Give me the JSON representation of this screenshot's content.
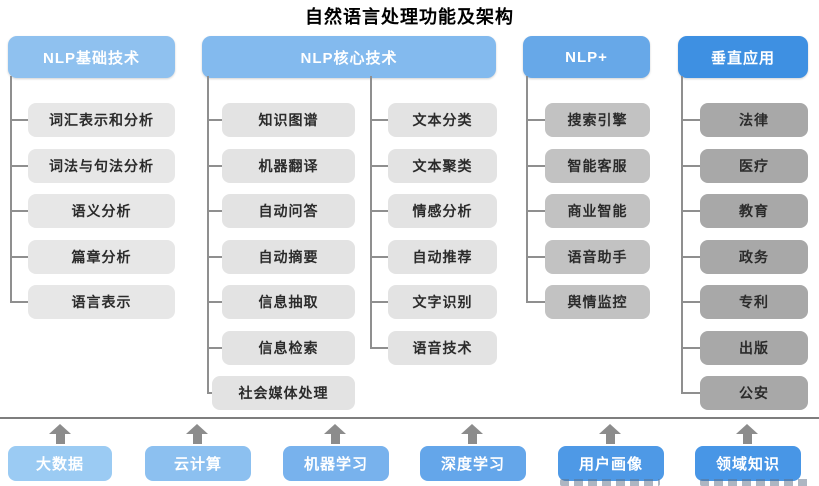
{
  "title": "自然语言处理功能及架构",
  "columns": [
    {
      "header": "NLP基础技术",
      "header_color": "#8fc1ef",
      "item_color": "#e7e7e7",
      "items": [
        "词汇表示和分析",
        "词法与句法分析",
        "语义分析",
        "篇章分析",
        "语言表示"
      ]
    },
    {
      "header": "NLP核心技术",
      "header_color": "#83baee",
      "item_color": "#e3e3e3",
      "items_left": [
        "知识图谱",
        "机器翻译",
        "自动问答",
        "自动摘要",
        "信息抽取",
        "信息检索",
        "社会媒体处理"
      ],
      "items_right": [
        "文本分类",
        "文本聚类",
        "情感分析",
        "自动推荐",
        "文字识别",
        "语音技术"
      ]
    },
    {
      "header": "NLP+",
      "header_color": "#67a8e8",
      "item_color": "#c2c2c2",
      "items": [
        "搜索引擎",
        "智能客服",
        "商业智能",
        "语音助手",
        "舆情监控"
      ]
    },
    {
      "header": "垂直应用",
      "header_color": "#3e90e2",
      "item_color": "#a8a8a8",
      "items": [
        "法律",
        "医疗",
        "教育",
        "政务",
        "专利",
        "出版",
        "公安"
      ]
    }
  ],
  "foundation": [
    {
      "label": "大数据",
      "color": "#9bcbf3"
    },
    {
      "label": "云计算",
      "color": "#8cc0f0"
    },
    {
      "label": "机器学习",
      "color": "#78b2ed"
    },
    {
      "label": "深度学习",
      "color": "#64a6ea"
    },
    {
      "label": "用户画像",
      "color": "#4e99e6"
    },
    {
      "label": "领域知识",
      "color": "#4896e6"
    }
  ],
  "colors": {
    "connector": "#8f8f8f",
    "divider": "#7e7e7e",
    "arrow": "#8c8c8c"
  }
}
